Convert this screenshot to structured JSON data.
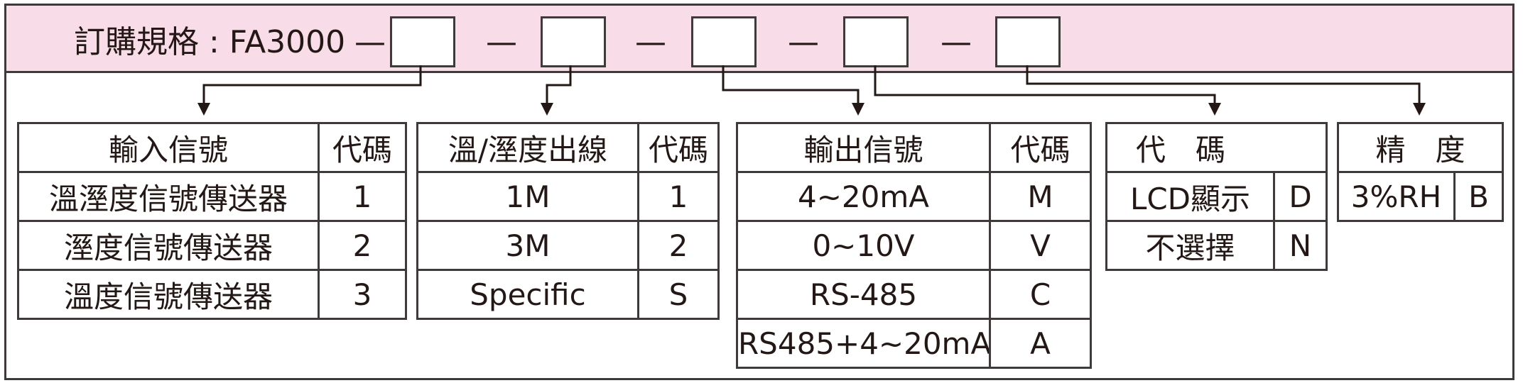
{
  "header": {
    "label": "訂購規格 : FA3000",
    "separator": "—"
  },
  "tables": {
    "input": {
      "headers": [
        "輸入信號",
        "代碼"
      ],
      "rows": [
        [
          "溫溼度信號傳送器",
          "1"
        ],
        [
          "溼度信號傳送器",
          "2"
        ],
        [
          "溫度信號傳送器",
          "3"
        ]
      ]
    },
    "cable": {
      "headers": [
        "溫/溼度出線",
        "代碼"
      ],
      "rows": [
        [
          "1M",
          "1"
        ],
        [
          "3M",
          "2"
        ],
        [
          "Specific",
          "S"
        ]
      ]
    },
    "output": {
      "headers": [
        "輸出信號",
        "代碼"
      ],
      "rows": [
        [
          "4~20mA",
          "M"
        ],
        [
          "0~10V",
          "V"
        ],
        [
          "RS-485",
          "C"
        ],
        [
          "RS485+4~20mA",
          "A"
        ]
      ]
    },
    "display": {
      "header": "代　碼",
      "rows": [
        [
          "LCD顯示",
          "D"
        ],
        [
          "不選擇",
          "N"
        ]
      ]
    },
    "accuracy": {
      "header": "精　度",
      "rows": [
        [
          "3%RH",
          "B"
        ]
      ]
    }
  }
}
